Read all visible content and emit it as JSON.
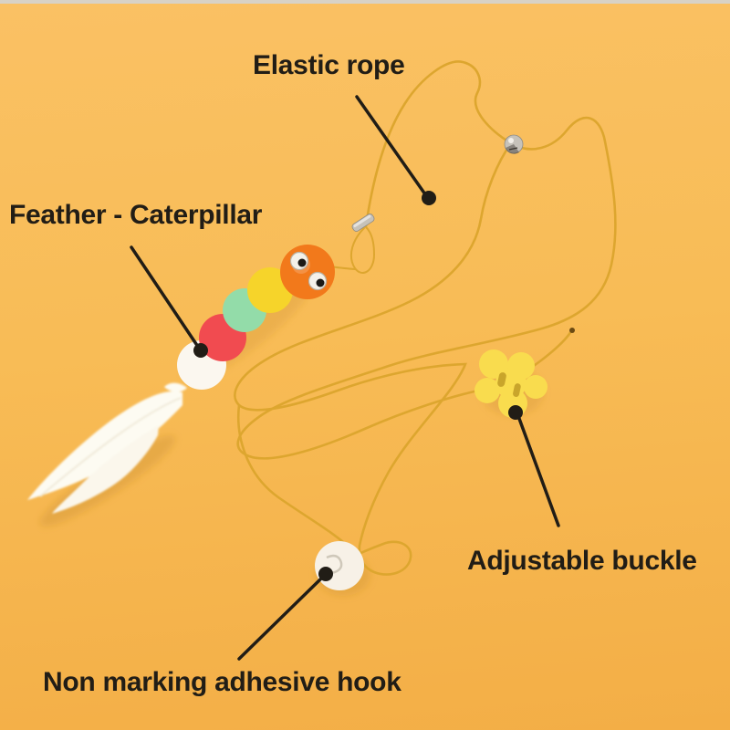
{
  "labels": {
    "elastic_rope": "Elastic rope",
    "feather_caterpillar": "Feather - Caterpillar",
    "adjustable_buckle": "Adjustable buckle",
    "non_marking_adhesive_hook": "Non marking adhesive hook"
  },
  "parts": [
    "elastic-rope",
    "bell",
    "metal-clasp",
    "feather-caterpillar-toy",
    "adjustable-buckle",
    "non-marking-adhesive-hook",
    "rope-end-tip"
  ],
  "colors": {
    "background_top": "#fac164",
    "background_bottom": "#f3ae46",
    "top_strip": "#d8d2c6",
    "rope": "#dda62f",
    "rope_light": "#edc050",
    "annotation": "#211d16",
    "caterpillar_head": "#f2791b",
    "pom_yellow": "#f6d42a",
    "pom_green": "#93dca9",
    "pom_red": "#f14b50",
    "pom_white": "#fbf7ef",
    "eye_white": "#f4f1ea",
    "pupil": "#1c1a17",
    "feather": "#fdfbf2",
    "buckle": "#f9dc4e",
    "buckle_slot": "#c9a52b",
    "hook_disc": "#f7f1e7",
    "hook_clip": "#cfc8ba",
    "bell": "#c6c2ba",
    "clasp": "#c6c2ba",
    "metal_edge": "#8e8a82",
    "rope_tip": "#6b4a12"
  }
}
